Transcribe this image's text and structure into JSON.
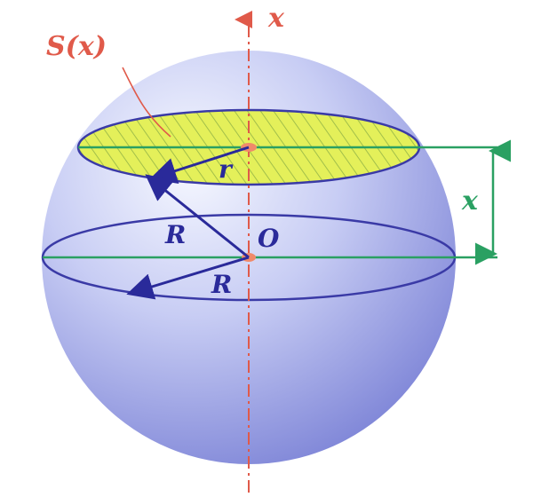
{
  "labels": {
    "section_area": "S(x)",
    "axis": "x",
    "small_radius": "r",
    "big_radius_upper": "R",
    "big_radius_lower": "R",
    "origin": "O",
    "height": "x"
  },
  "colors": {
    "sphere_light": "#f4f6ff",
    "sphere_dark": "#7f86d8",
    "ellipse_stroke": "#3a3aa6",
    "section_fill": "#e6f25a",
    "hatch": "#9ab84a",
    "axis": "#e05a4a",
    "green": "#2aa062"
  }
}
